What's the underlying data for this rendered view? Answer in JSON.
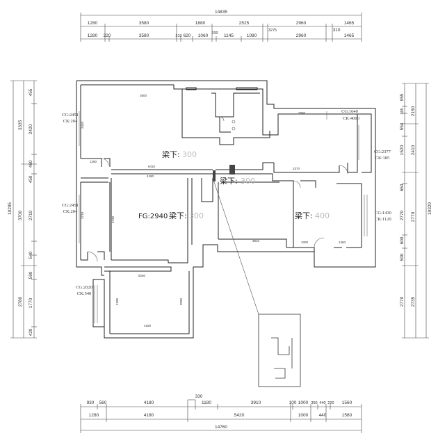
{
  "top_dimensions": {
    "total": "14835",
    "row1": [
      "1280",
      "3580",
      "1880",
      "2525",
      "3275",
      "2960",
      "310",
      "1465"
    ],
    "row2": [
      "1280",
      "220",
      "3580",
      "210",
      "620",
      "1060",
      "200",
      "1145",
      "1080",
      "2960",
      "1465"
    ]
  },
  "bottom_dimensions": {
    "total": "14760",
    "segment_330": "330",
    "row1": [
      "930",
      "560",
      "4180",
      "1180",
      "3910",
      "100",
      "1000",
      "350",
      "440",
      "220",
      "1560"
    ],
    "row2": [
      "1280",
      "4180",
      "5420",
      "1000",
      "440",
      "1560"
    ]
  },
  "left_dimensions": {
    "total": "10295",
    "row1": [
      "3335",
      "3700",
      "2780"
    ],
    "row2": [
      "455",
      "2420",
      "460",
      "450",
      "2710",
      "540",
      "590",
      "1770",
      "420"
    ]
  },
  "right_dimensions": {
    "total": "10320",
    "row1": [
      "2150",
      "2410",
      "2770",
      "2735"
    ],
    "row2": [
      "955",
      "395",
      "550",
      "1520",
      "650",
      "2770",
      "600",
      "500",
      "2770"
    ]
  },
  "annotations": {
    "cg1": "CG:2451",
    "ck1": "CK:204",
    "cg2": "CG:2451",
    "ck2": "CK:204",
    "cg3": "CG:2020",
    "ck3": "CK:540",
    "cg4": "CG:1640",
    "ck4": "CK:4000",
    "cg5": "CG:2377",
    "ck5": "CK:185",
    "cg6": "CG:1430",
    "ck6": "CK:1120"
  },
  "beam_labels": {
    "b1_prefix": "梁下:",
    "b1_value": "300",
    "b2_prefix": "梁下:",
    "b2_value": "300",
    "b3_prefix": "梁下:",
    "b3_value": "300",
    "b4_prefix": "梁下:",
    "b4_value": "400",
    "fg": "FG:2940"
  },
  "room_dims": {
    "d3500": "3500",
    "d6410": "6410",
    "d4190": "4190",
    "d1280": "1280",
    "d3730": "3730",
    "d5250": "5250",
    "d4190b": "4190",
    "d2710": "2710",
    "d2440": "2440",
    "d2180": "2180",
    "d2090": "2090",
    "d3910": "3910",
    "d2370": "2370",
    "d2960": "2960",
    "d1000": "1000",
    "d1450": "1450"
  }
}
